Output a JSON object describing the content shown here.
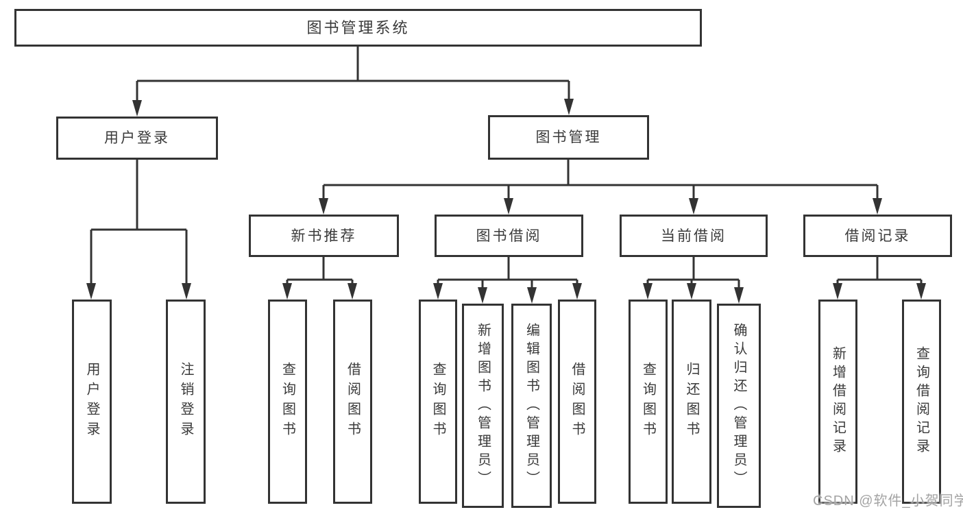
{
  "diagram": {
    "type": "hierarchy",
    "root": {
      "label": "图书管理系统"
    },
    "level1": [
      {
        "id": "user-login",
        "label": "用户登录"
      },
      {
        "id": "book-management",
        "label": "图书管理"
      }
    ],
    "level2": [
      {
        "id": "new-book-recommend",
        "label": "新书推荐",
        "parent": "book-management"
      },
      {
        "id": "book-borrow",
        "label": "图书借阅",
        "parent": "book-management"
      },
      {
        "id": "current-borrow",
        "label": "当前借阅",
        "parent": "book-management"
      },
      {
        "id": "borrow-records",
        "label": "借阅记录",
        "parent": "book-management"
      }
    ],
    "leaves": [
      {
        "id": "user-login-leaf",
        "label": "用户登录",
        "parent": "user-login"
      },
      {
        "id": "logout",
        "label": "注销登录",
        "parent": "user-login"
      },
      {
        "id": "search-books-recommend",
        "label": "查询图书",
        "parent": "new-book-recommend"
      },
      {
        "id": "borrow-books-recommend",
        "label": "借阅图书",
        "parent": "new-book-recommend"
      },
      {
        "id": "search-books-borrow",
        "label": "查询图书",
        "parent": "book-borrow"
      },
      {
        "id": "add-book-admin",
        "label": "新增图书（管理员）",
        "parent": "book-borrow"
      },
      {
        "id": "edit-book-admin",
        "label": "编辑图书（管理员）",
        "parent": "book-borrow"
      },
      {
        "id": "borrow-books-borrow",
        "label": "借阅图书",
        "parent": "book-borrow"
      },
      {
        "id": "search-books-current",
        "label": "查询图书",
        "parent": "current-borrow"
      },
      {
        "id": "return-books",
        "label": "归还图书",
        "parent": "current-borrow"
      },
      {
        "id": "confirm-return-admin",
        "label": "确认归还（管理员）",
        "parent": "current-borrow"
      },
      {
        "id": "add-borrow-record",
        "label": "新增借阅记录",
        "parent": "borrow-records"
      },
      {
        "id": "search-borrow-record",
        "label": "查询借阅记录",
        "parent": "borrow-records"
      }
    ]
  },
  "watermark": "CSDN @软件_小贺同学",
  "colors": {
    "line": "#333333",
    "text": "#3a3a3a",
    "background": "#ffffff",
    "watermark": "#a3a3a3"
  }
}
